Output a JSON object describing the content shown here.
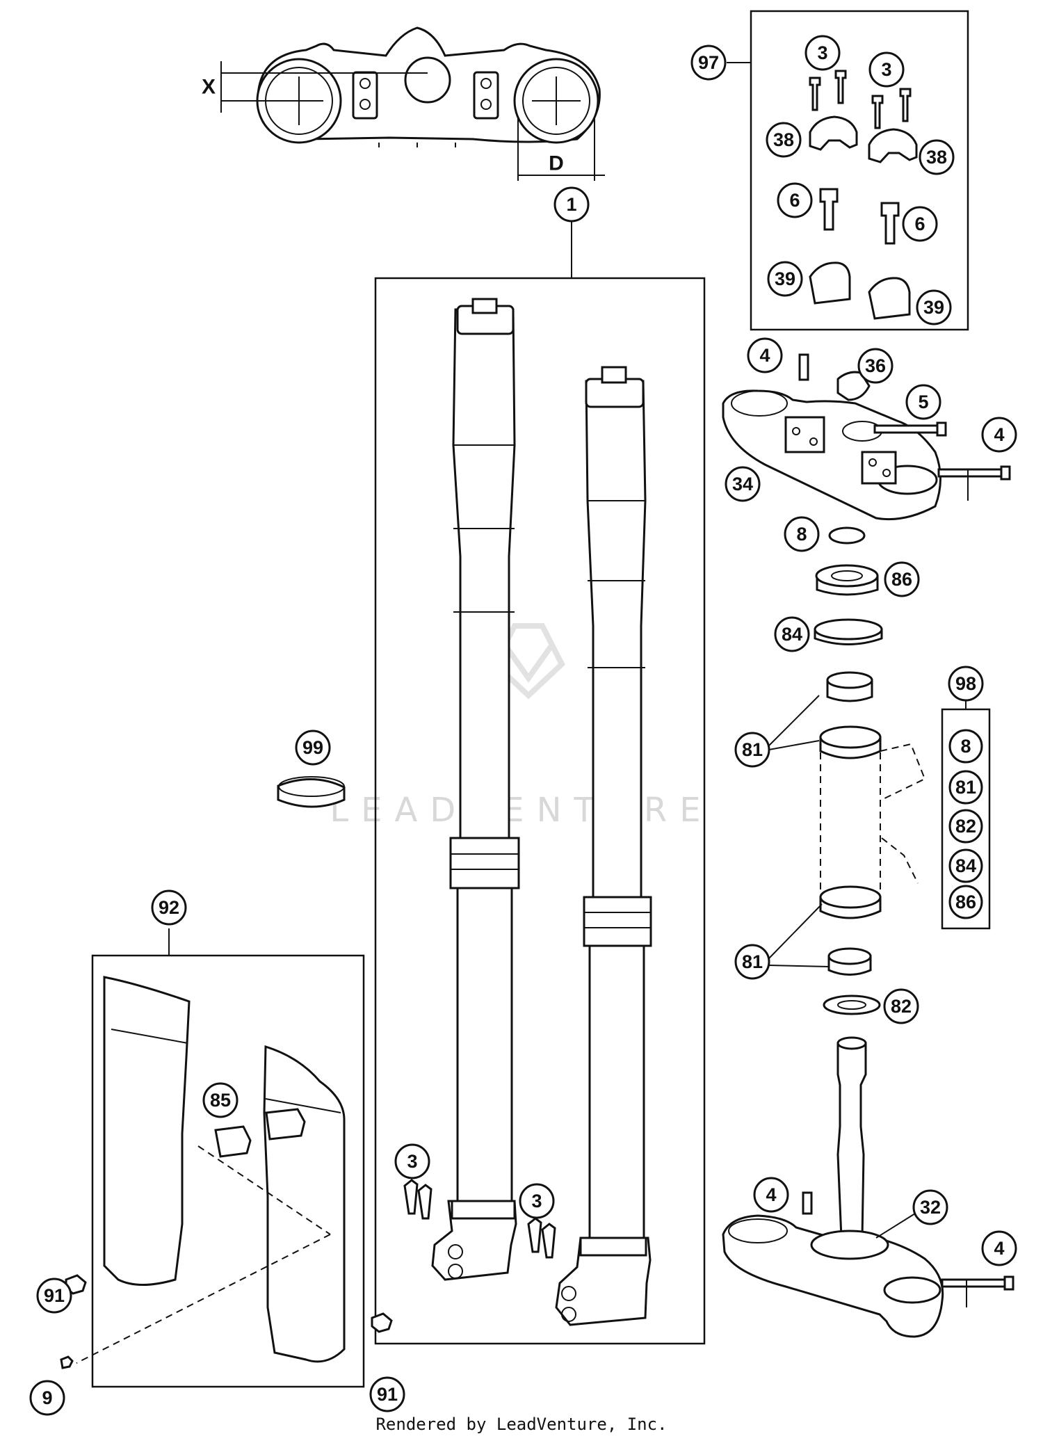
{
  "diagram": {
    "dimension_labels": {
      "x": "X",
      "d": "D"
    },
    "callouts": {
      "c1": "1",
      "c97": "97",
      "c3a": "3",
      "c3b": "3",
      "c38a": "38",
      "c38b": "38",
      "c6a": "6",
      "c6b": "6",
      "c39a": "39",
      "c39b": "39",
      "c4a": "4",
      "c36": "36",
      "c5": "5",
      "c4b": "4",
      "c34": "34",
      "c8": "8",
      "c86": "86",
      "c84": "84",
      "c81a": "81",
      "c81b": "81",
      "c82": "82",
      "c98": "98",
      "k8": "8",
      "k81": "81",
      "k82": "82",
      "k84": "84",
      "k86": "86",
      "c99": "99",
      "c92": "92",
      "c85": "85",
      "c3c": "3",
      "c3d": "3",
      "c91a": "91",
      "c9": "9",
      "c91b": "91",
      "c4c": "4",
      "c32": "32",
      "c4d": "4"
    }
  },
  "watermark": "LEADVENTURE",
  "credit": "Rendered by LeadVenture, Inc."
}
